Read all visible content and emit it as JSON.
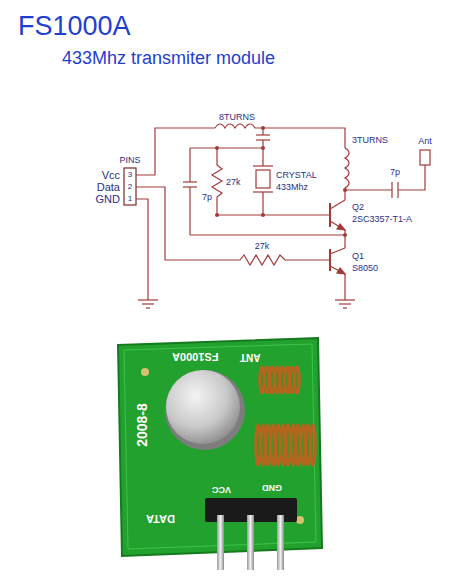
{
  "diagram": {
    "title": "FS1000A",
    "labels": [
      "433Mhz transmiter module",
      "8TURNS",
      "PINS",
      "Vcc",
      "Data",
      "GND",
      "3",
      "2",
      "1",
      "7p",
      "27k",
      "CRYSTAL",
      "433Mhz",
      "3TURNS",
      "7p",
      "Ant",
      "Q2",
      "2SC3357-T1-A",
      "27k",
      "Q1",
      "S8050",
      "FS1000A",
      "ANT",
      "2008-8",
      "DATA",
      "VCC",
      "GND"
    ]
  }
}
